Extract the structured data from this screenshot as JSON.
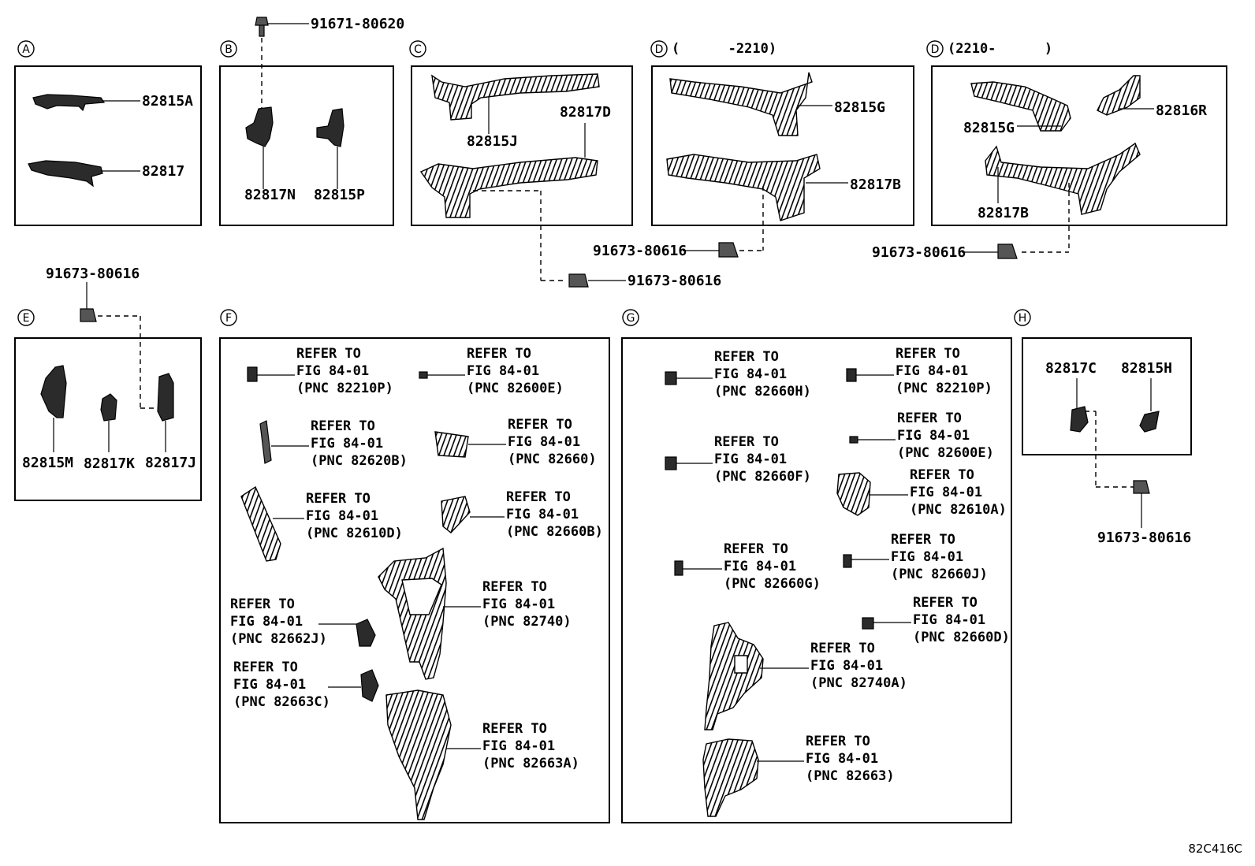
{
  "sections": {
    "A": {
      "letter": "A",
      "parts": [
        "82815A",
        "82817"
      ]
    },
    "B": {
      "letter": "B",
      "parts": [
        "82817N",
        "82815P"
      ],
      "bolt": "91671-80620"
    },
    "C": {
      "letter": "C",
      "parts": [
        "82815J",
        "82817D"
      ],
      "bolt": "91673-80616"
    },
    "D1": {
      "letter": "D",
      "range": "(      -2210)",
      "parts": [
        "82815G",
        "82817B"
      ],
      "bolt": "91673-80616"
    },
    "D2": {
      "letter": "D",
      "range": "(2210-      )",
      "parts": [
        "82815G",
        "82816R",
        "82817B"
      ],
      "bolt": "91673-80616"
    },
    "E": {
      "letter": "E",
      "parts": [
        "82815M",
        "82817K",
        "82817J"
      ],
      "bolt": "91673-80616"
    },
    "F": {
      "letter": "F"
    },
    "G": {
      "letter": "G"
    },
    "H": {
      "letter": "H",
      "parts": [
        "82817C",
        "82815H"
      ],
      "bolt": "91673-80616"
    }
  },
  "refs": {
    "refer_to": "REFER TO",
    "fig": "FIG 84-01",
    "f": [
      "(PNC 82210P)",
      "(PNC 82600E)",
      "(PNC 82620B)",
      "(PNC 82660)",
      "(PNC 82610D)",
      "(PNC 82660B)",
      "(PNC 82740)",
      "(PNC 82662J)",
      "(PNC 82663C)",
      "(PNC 82663A)"
    ],
    "g": [
      "(PNC 82660H)",
      "(PNC 82210P)",
      "(PNC 82600E)",
      "(PNC 82660F)",
      "(PNC 82610A)",
      "(PNC 82660G)",
      "(PNC 82660J)",
      "(PNC 82660D)",
      "(PNC 82740A)",
      "(PNC 82663)"
    ]
  },
  "diagram_code": "82C416C"
}
